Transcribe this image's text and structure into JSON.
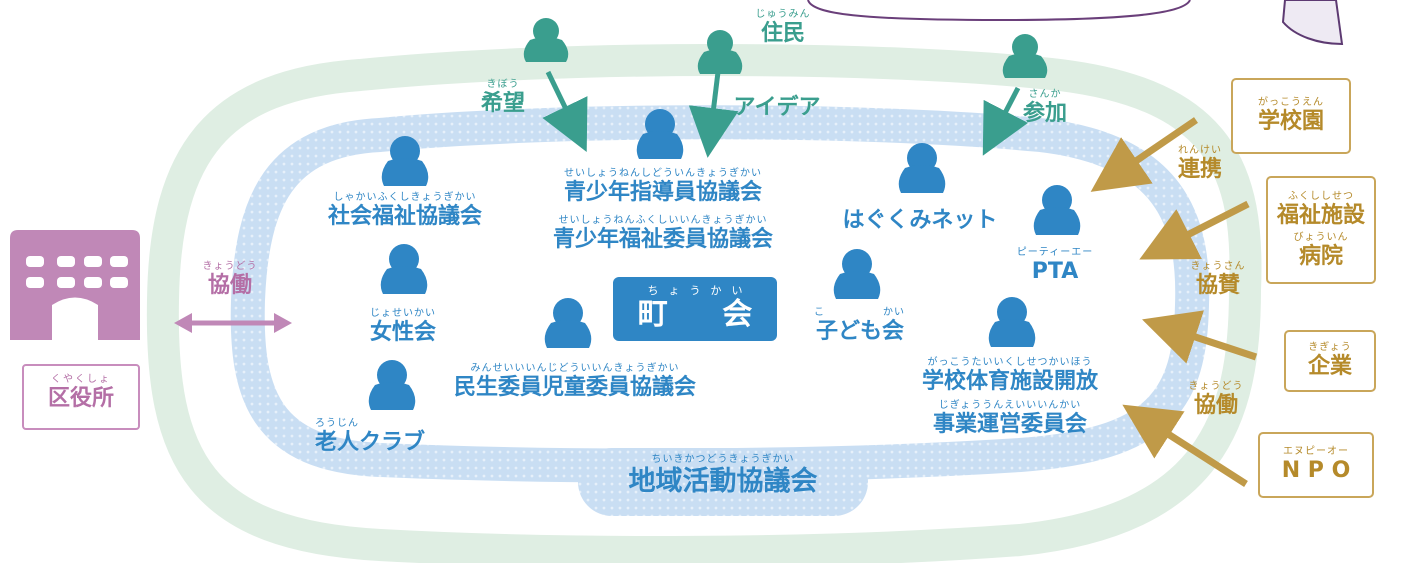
{
  "center": {
    "ruby": "ちょうかい",
    "text": "町 会"
  },
  "ward_office": {
    "ruby": "くやくしょ",
    "text": "区役所"
  },
  "kyodo_left": {
    "ruby": "きょうどう",
    "text": "協働"
  },
  "residents": {
    "ruby": "じゅうみん",
    "text": "住民"
  },
  "resident_flows": [
    {
      "ruby": "きぼう",
      "text": "希望"
    },
    {
      "ruby": "",
      "text": "アイデア"
    },
    {
      "ruby": "さんか",
      "text": "参加"
    }
  ],
  "members": [
    {
      "ruby": "しゃかいふくしきょうぎかい",
      "text": "社会福祉協議会"
    },
    {
      "ruby": "せいしょうねんしどういんきょうぎかい",
      "text": "青少年指導員協議会"
    },
    {
      "ruby": "せいしょうねんふくしいいんきょうぎかい",
      "text": "青少年福祉委員協議会"
    },
    {
      "ruby": "",
      "text": "はぐくみネット"
    },
    {
      "ruby": "ピーティーエー",
      "text": "PTA"
    },
    {
      "ruby": "じょせいかい",
      "text": "女性会"
    },
    {
      "ruby_ko": "こ",
      "ruby_kai": "かい",
      "text": "子ども会"
    },
    {
      "ruby": "みんせいいいんじどういいんきょうぎかい",
      "text": "民生委員児童委員協議会"
    },
    {
      "ruby": "がっこうたいいくしせつかいほう",
      "text": "学校体育施設開放"
    },
    {
      "ruby": "じぎょううんえいいいんかい",
      "text": "事業運営委員会"
    },
    {
      "ruby": "ろうじん",
      "text": "老人クラブ"
    }
  ],
  "council": {
    "ruby": "ちいきかつどうきょうぎかい",
    "text": "地域活動協議会"
  },
  "partners": [
    {
      "ruby": "がっこうえん",
      "text": "学校園"
    },
    {
      "ruby": "ふくししせつ",
      "text": "福祉施設",
      "ruby2": "びょういん",
      "text2": "病院"
    },
    {
      "ruby": "きぎょう",
      "text": "企業"
    },
    {
      "ruby": "エヌピーオー",
      "text": "N P O"
    }
  ],
  "partner_relations": [
    {
      "ruby": "れんけい",
      "text": "連携"
    },
    {
      "ruby": "きょうさん",
      "text": "協賛"
    },
    {
      "ruby": "きょうどう",
      "text": "協働"
    }
  ],
  "colors": {
    "blue": "#2f86c5",
    "green": "#3a9e8e",
    "gold": "#b58a2a",
    "purple": "#b46fa6",
    "outer_ring": "#dfeee3",
    "inner_ring": "#c7ddf3"
  }
}
